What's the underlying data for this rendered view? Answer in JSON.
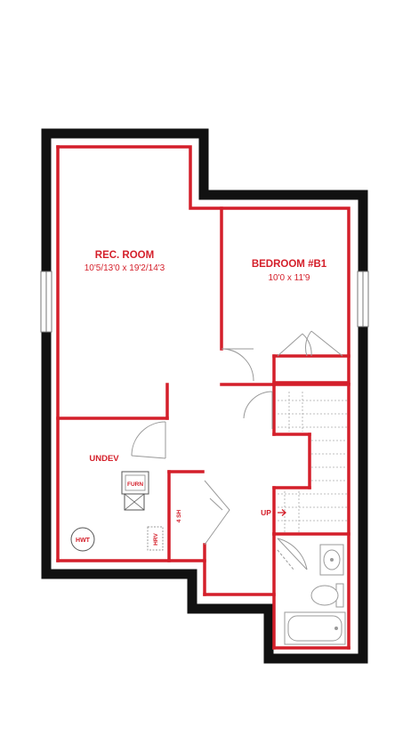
{
  "colors": {
    "wall": "#111111",
    "accent": "#d41f2a",
    "fixture": "#9a9a9a",
    "background": "#ffffff"
  },
  "rooms": {
    "rec_room": {
      "name": "REC. ROOM",
      "dims": "10'5/13'0 x 19'2/14'3"
    },
    "bedroom_b1": {
      "name": "BEDROOM #B1",
      "dims": "10'0 x 11'9"
    },
    "undev": {
      "name": "UNDEV"
    }
  },
  "labels": {
    "furnace": "FURN",
    "hrv": "HRV",
    "hwt": "HWT",
    "shelf": "4 SH",
    "stairs_up": "UP"
  },
  "icons": {
    "stairs_arrow": "right-arrow-icon"
  }
}
